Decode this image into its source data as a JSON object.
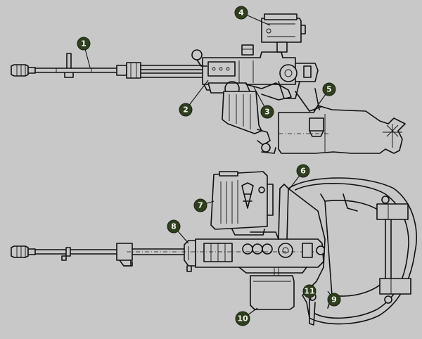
{
  "callouts": [
    {
      "id": 1,
      "text": "1"
    },
    {
      "id": 2,
      "text": "2"
    },
    {
      "id": 3,
      "text": "3"
    },
    {
      "id": 4,
      "text": "4"
    },
    {
      "id": 5,
      "text": "5"
    },
    {
      "id": 6,
      "text": "6"
    },
    {
      "id": 7,
      "text": "7"
    },
    {
      "id": 8,
      "text": "8"
    },
    {
      "id": 9,
      "text": "9"
    },
    {
      "id": 10,
      "text": "10"
    },
    {
      "id": 11,
      "text": "11"
    }
  ],
  "colors": {
    "background": "#c8c8c8",
    "ink": "#111111",
    "callout_fill": "#2e3e1e",
    "callout_text": "#f2f2e6"
  }
}
